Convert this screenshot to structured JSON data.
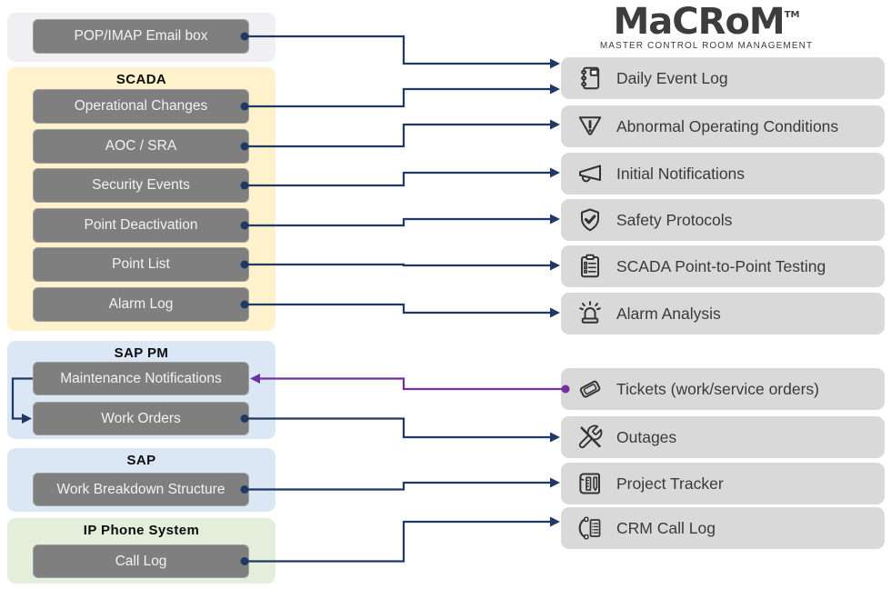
{
  "logo": {
    "brand": "MaCRoM",
    "trademark": "TM",
    "tagline": "MASTER CONTROL ROOM MANAGEMENT"
  },
  "left_groups": [
    {
      "label": "",
      "items": [
        {
          "id": "pop-imap",
          "label": "POP/IMAP Email box"
        }
      ]
    },
    {
      "label": "SCADA",
      "items": [
        {
          "id": "operational-changes",
          "label": "Operational Changes"
        },
        {
          "id": "aoc-sra",
          "label": "AOC / SRA"
        },
        {
          "id": "security-events",
          "label": "Security Events"
        },
        {
          "id": "point-deactivation",
          "label": "Point Deactivation"
        },
        {
          "id": "point-list",
          "label": "Point List"
        },
        {
          "id": "alarm-log",
          "label": "Alarm Log"
        }
      ]
    },
    {
      "label": "SAP PM",
      "items": [
        {
          "id": "maintenance-notifications",
          "label": "Maintenance Notifications"
        },
        {
          "id": "work-orders",
          "label": "Work Orders"
        }
      ]
    },
    {
      "label": "SAP",
      "items": [
        {
          "id": "work-breakdown-structure",
          "label": "Work Breakdown Structure"
        }
      ]
    },
    {
      "label": "IP Phone System",
      "items": [
        {
          "id": "call-log",
          "label": "Call Log"
        }
      ]
    }
  ],
  "right_items": [
    {
      "id": "daily-event-log",
      "label": "Daily Event Log",
      "icon": "notebook-icon"
    },
    {
      "id": "abnormal-operating-conditions",
      "label": "Abnormal Operating Conditions",
      "icon": "warning-triangle-icon"
    },
    {
      "id": "initial-notifications",
      "label": "Initial Notifications",
      "icon": "megaphone-icon"
    },
    {
      "id": "safety-protocols",
      "label": "Safety Protocols",
      "icon": "shield-check-icon"
    },
    {
      "id": "scada-point-to-point-testing",
      "label": "SCADA Point-to-Point Testing",
      "icon": "clipboard-checklist-icon"
    },
    {
      "id": "alarm-analysis",
      "label": "Alarm Analysis",
      "icon": "siren-icon"
    },
    {
      "id": "tickets",
      "label": "Tickets (work/service orders)",
      "icon": "ticket-icon"
    },
    {
      "id": "outages",
      "label": "Outages",
      "icon": "wrench-slash-icon"
    },
    {
      "id": "project-tracker",
      "label": "Project Tracker",
      "icon": "blueprint-ruler-icon"
    },
    {
      "id": "crm-call-log",
      "label": "CRM Call Log",
      "icon": "phone-log-icon"
    }
  ],
  "edges": [
    {
      "from": "pop-imap",
      "to": "daily-event-log",
      "color": "connector_navy",
      "kind": "forward",
      "target_dy": -16
    },
    {
      "from": "operational-changes",
      "to": "daily-event-log",
      "color": "connector_navy",
      "kind": "forward",
      "target_dy": 12
    },
    {
      "from": "aoc-sra",
      "to": "abnormal-operating-conditions",
      "color": "connector_navy",
      "kind": "forward",
      "target_dy": -2
    },
    {
      "from": "security-events",
      "to": "initial-notifications",
      "color": "connector_navy",
      "kind": "forward",
      "target_dy": -1
    },
    {
      "from": "point-deactivation",
      "to": "safety-protocols",
      "color": "connector_navy",
      "kind": "forward",
      "target_dy": -1
    },
    {
      "from": "point-list",
      "to": "scada-point-to-point-testing",
      "color": "connector_navy",
      "kind": "forward",
      "target_dy": -1
    },
    {
      "from": "alarm-log",
      "to": "alarm-analysis",
      "color": "connector_navy",
      "kind": "forward",
      "target_dy": -1
    },
    {
      "from": "tickets",
      "to": "maintenance-notifications",
      "color": "connector_purple",
      "kind": "backward",
      "target_dy": 0
    },
    {
      "from": "maintenance-notifications",
      "to": "work-orders",
      "color": "connector_navy",
      "kind": "left-elbow",
      "target_dy": 0
    },
    {
      "from": "work-orders",
      "to": "outages",
      "color": "connector_navy",
      "kind": "forward",
      "target_dy": 0
    },
    {
      "from": "work-breakdown-structure",
      "to": "project-tracker",
      "color": "connector_navy",
      "kind": "forward",
      "target_dy": -1
    },
    {
      "from": "call-log",
      "to": "crm-call-log",
      "color": "connector_navy",
      "kind": "forward",
      "target_dy": -7
    }
  ],
  "colors": {
    "connector_navy": "#1F3864",
    "connector_purple": "#7030A0",
    "button_fill": "#7F7F7F",
    "button_text": "#F2F2F2",
    "panel_gray": "#F0F0F3",
    "panel_yellow": "#FDF2CC",
    "panel_blue": "#DBE7F4",
    "panel_green": "#E3EFDB",
    "right_item_fill": "#D9D9D9",
    "icon_stroke": "#333333"
  }
}
